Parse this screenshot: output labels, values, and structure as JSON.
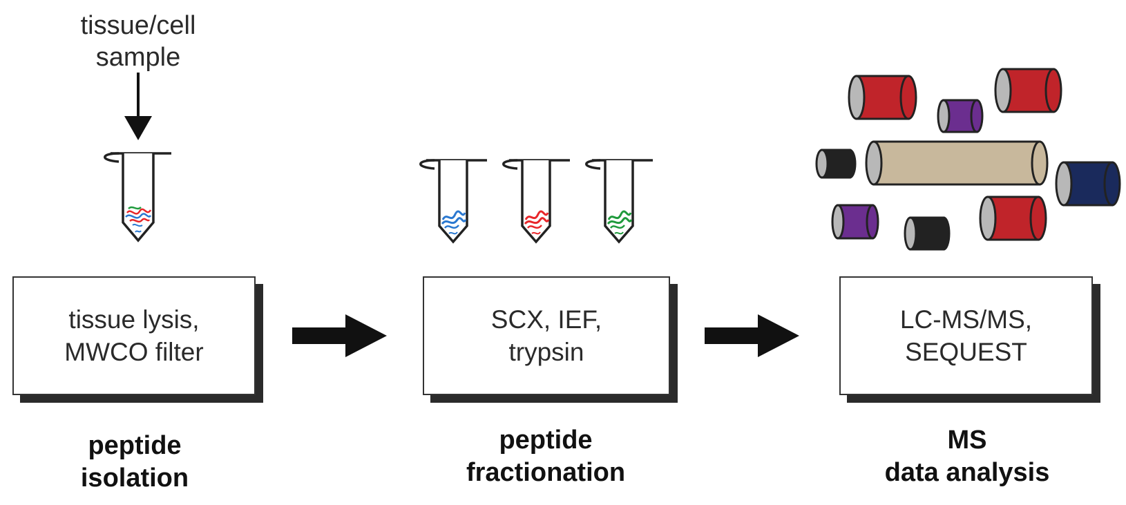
{
  "input": {
    "line1": "tissue/cell",
    "line2": "sample"
  },
  "steps": [
    {
      "box_line1": "tissue lysis,",
      "box_line2": "MWCO filter",
      "stage_line1": "peptide",
      "stage_line2": "isolation"
    },
    {
      "box_line1": "SCX, IEF,",
      "box_line2": "trypsin",
      "stage_line1": "peptide",
      "stage_line2": "fractionation"
    },
    {
      "box_line1": "LC-MS/MS,",
      "box_line2": "SEQUEST",
      "stage_line1": "MS",
      "stage_line2": "data analysis"
    }
  ],
  "colors": {
    "peptide_blue": "#2a78d0",
    "peptide_red": "#e8262a",
    "peptide_green": "#1f9a3c",
    "cylinder_red": "#c0242a",
    "cylinder_purple": "#6b2e8f",
    "cylinder_black": "#222222",
    "cylinder_navy": "#1a2a5c",
    "column_tan": "#c8b89c",
    "outline": "#222222"
  }
}
